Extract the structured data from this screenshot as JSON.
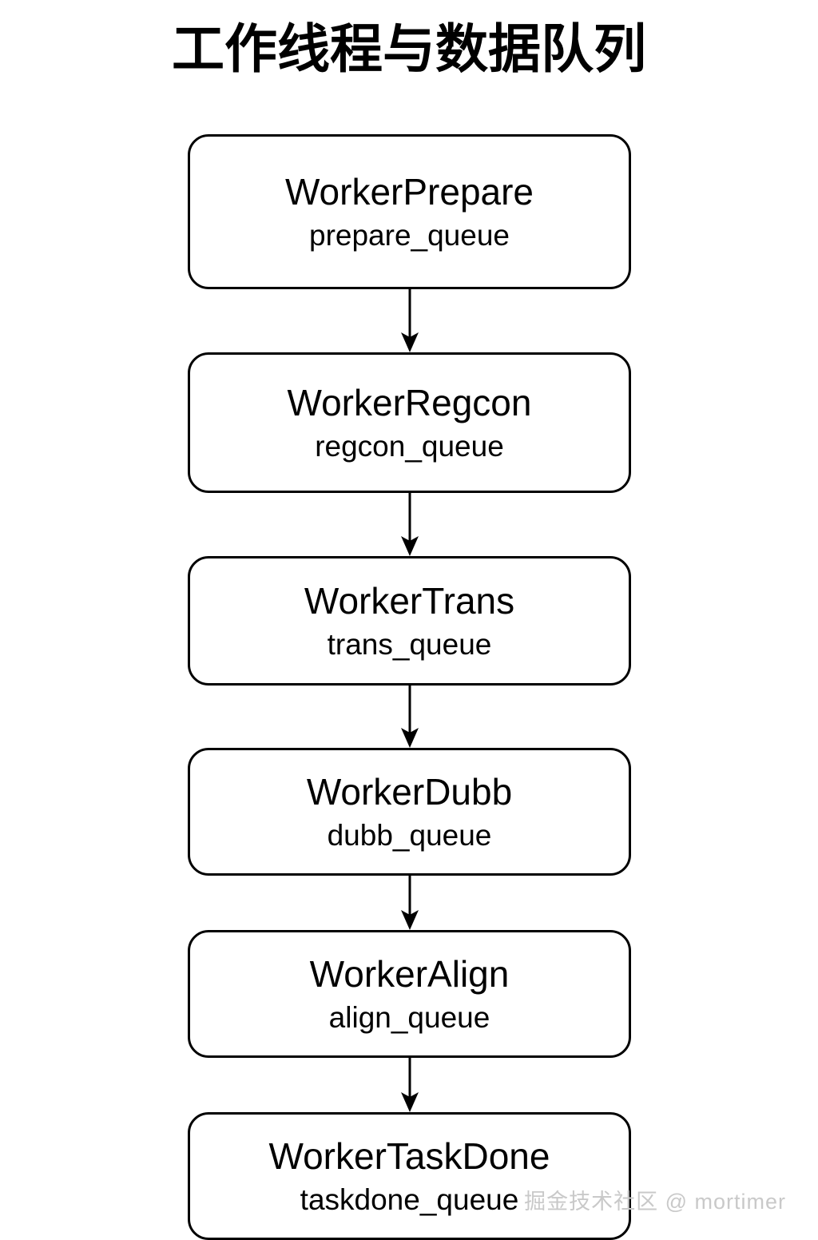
{
  "diagram": {
    "title": "工作线程与数据队列",
    "type": "flowchart",
    "orientation": "top-to-bottom",
    "background_color": "#ffffff",
    "stroke_color": "#000000",
    "text_color": "#000000",
    "nodes": [
      {
        "id": "prepare",
        "worker": "WorkerPrepare",
        "queue": "prepare_queue"
      },
      {
        "id": "regcon",
        "worker": "WorkerRegcon",
        "queue": "regcon_queue"
      },
      {
        "id": "trans",
        "worker": "WorkerTrans",
        "queue": "trans_queue"
      },
      {
        "id": "dubb",
        "worker": "WorkerDubb",
        "queue": "dubb_queue"
      },
      {
        "id": "align",
        "worker": "WorkerAlign",
        "queue": "align_queue"
      },
      {
        "id": "taskdone",
        "worker": "WorkerTaskDone",
        "queue": "taskdone_queue"
      }
    ],
    "edges": [
      {
        "from": "prepare",
        "to": "regcon",
        "label": ""
      },
      {
        "from": "regcon",
        "to": "trans",
        "label": ""
      },
      {
        "from": "trans",
        "to": "dubb",
        "label": ""
      },
      {
        "from": "dubb",
        "to": "align",
        "label": ""
      },
      {
        "from": "align",
        "to": "taskdone",
        "label": ""
      }
    ]
  },
  "watermark": {
    "text": "掘金技术社区 @ mortimer",
    "color": "#c9c9c9"
  }
}
